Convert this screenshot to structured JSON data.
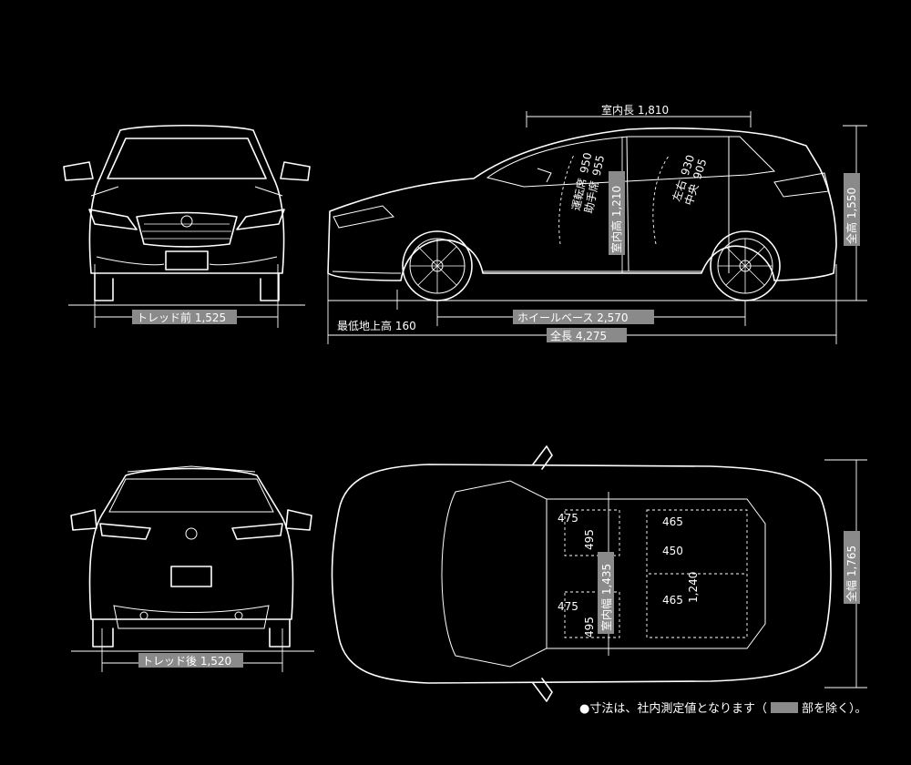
{
  "dimensions": {
    "front_tread": "トレッド前 1,525",
    "rear_tread": "トレッド後 1,520",
    "interior_length": "室内長 1,810",
    "ground_clearance": "最低地上高 160",
    "wheelbase": "ホイールベース 2,570",
    "overall_length": "全長 4,275",
    "overall_height": "全高 1,550",
    "overall_width": "全幅 1,765",
    "interior_height": "室内高 1,210",
    "interior_width": "室内幅 1,435",
    "driver_seat_label": "運転席",
    "driver_seat_value": "950",
    "passenger_seat_label": "助手席",
    "passenger_seat_value": "955",
    "rear_lr_label": "左右",
    "rear_lr_value": "930",
    "rear_center_label": "中央",
    "rear_center_value": "905",
    "front_seat_width_l": "475",
    "front_seat_depth_l": "495",
    "front_seat_width_r": "475",
    "front_seat_depth_r": "495",
    "rear_seat_width_l": "465",
    "rear_seat_center": "450",
    "rear_seat_width_r": "465",
    "rear_shoulder": "1,240"
  },
  "note": {
    "prefix": "●寸法は、社内測定値となります（",
    "suffix": "部を除く）。"
  },
  "colors": {
    "background": "#000000",
    "line": "#ffffff",
    "label_box": "#8a8a8a"
  }
}
